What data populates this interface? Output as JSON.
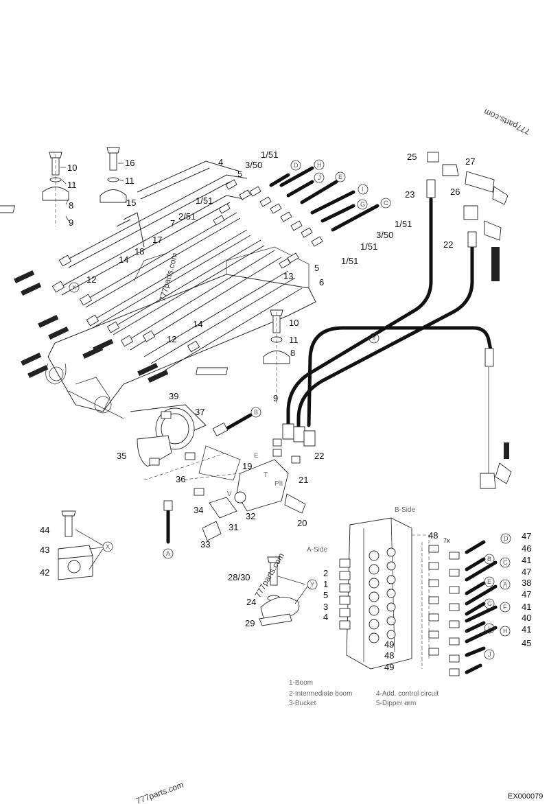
{
  "callouts": [
    {
      "id": "c10a",
      "text": "10"
    },
    {
      "id": "c11a",
      "text": "11"
    },
    {
      "id": "c8a",
      "text": "8"
    },
    {
      "id": "c9a",
      "text": "9"
    },
    {
      "id": "c16",
      "text": "16"
    },
    {
      "id": "c11b",
      "text": "11"
    },
    {
      "id": "c15",
      "text": "15"
    },
    {
      "id": "c4",
      "text": "4"
    },
    {
      "id": "c5a",
      "text": "5"
    },
    {
      "id": "c3_50a",
      "text": "3/50"
    },
    {
      "id": "c1_51a",
      "text": "1/51"
    },
    {
      "id": "c1_51b",
      "text": "1/51"
    },
    {
      "id": "c2_51",
      "text": "2/51"
    },
    {
      "id": "c7",
      "text": "7"
    },
    {
      "id": "c1_51c",
      "text": "1/51"
    },
    {
      "id": "c3_50b",
      "text": "3/50"
    },
    {
      "id": "c1_51d",
      "text": "1/51"
    },
    {
      "id": "c1_51e",
      "text": "1/51"
    },
    {
      "id": "c13",
      "text": "13"
    },
    {
      "id": "c5b",
      "text": "5"
    },
    {
      "id": "c6",
      "text": "6"
    },
    {
      "id": "c17",
      "text": "17"
    },
    {
      "id": "c18",
      "text": "18"
    },
    {
      "id": "c14a",
      "text": "14"
    },
    {
      "id": "c12a",
      "text": "12"
    },
    {
      "id": "c14b",
      "text": "14"
    },
    {
      "id": "c12b",
      "text": "12"
    },
    {
      "id": "c10b",
      "text": "10"
    },
    {
      "id": "c11c",
      "text": "11"
    },
    {
      "id": "c8b",
      "text": "8"
    },
    {
      "id": "c9b",
      "text": "9"
    },
    {
      "id": "c25",
      "text": "25"
    },
    {
      "id": "c27",
      "text": "27"
    },
    {
      "id": "c26",
      "text": "26"
    },
    {
      "id": "c23",
      "text": "23"
    },
    {
      "id": "c22a",
      "text": "22"
    },
    {
      "id": "c39",
      "text": "39"
    },
    {
      "id": "c37",
      "text": "37"
    },
    {
      "id": "c35",
      "text": "35"
    },
    {
      "id": "c36",
      "text": "36"
    },
    {
      "id": "c19",
      "text": "19"
    },
    {
      "id": "c22b",
      "text": "22"
    },
    {
      "id": "c21",
      "text": "21"
    },
    {
      "id": "c34",
      "text": "34"
    },
    {
      "id": "c32",
      "text": "32"
    },
    {
      "id": "c31",
      "text": "31"
    },
    {
      "id": "c33",
      "text": "33"
    },
    {
      "id": "c20",
      "text": "20"
    },
    {
      "id": "c44",
      "text": "44"
    },
    {
      "id": "c43",
      "text": "43"
    },
    {
      "id": "c42",
      "text": "42"
    },
    {
      "id": "c28_30",
      "text": "28/30"
    },
    {
      "id": "c24",
      "text": "24"
    },
    {
      "id": "c29",
      "text": "29"
    },
    {
      "id": "c2",
      "text": "2"
    },
    {
      "id": "c1",
      "text": "1"
    },
    {
      "id": "c5c",
      "text": "5"
    },
    {
      "id": "c3",
      "text": "3"
    },
    {
      "id": "c4b",
      "text": "4"
    },
    {
      "id": "c48a",
      "text": "48"
    },
    {
      "id": "c7x",
      "text": "7x"
    },
    {
      "id": "c49a",
      "text": "49"
    },
    {
      "id": "c48b",
      "text": "48"
    },
    {
      "id": "c49b",
      "text": "49"
    },
    {
      "id": "c47a",
      "text": "47"
    },
    {
      "id": "c46",
      "text": "46"
    },
    {
      "id": "c41a",
      "text": "41"
    },
    {
      "id": "c47b",
      "text": "47"
    },
    {
      "id": "c38",
      "text": "38"
    },
    {
      "id": "c47c",
      "text": "47"
    },
    {
      "id": "c41b",
      "text": "41"
    },
    {
      "id": "c40",
      "text": "40"
    },
    {
      "id": "c41c",
      "text": "41"
    },
    {
      "id": "c45",
      "text": "45"
    }
  ],
  "ring_letters": [
    {
      "id": "rD1",
      "text": "D"
    },
    {
      "id": "rH1",
      "text": "H"
    },
    {
      "id": "rJ1",
      "text": "J"
    },
    {
      "id": "rE1",
      "text": "E"
    },
    {
      "id": "rI1",
      "text": "I"
    },
    {
      "id": "rG1",
      "text": "G"
    },
    {
      "id": "rC1",
      "text": "C"
    },
    {
      "id": "rX1",
      "text": "X"
    },
    {
      "id": "rY1",
      "text": "Y"
    },
    {
      "id": "rB1",
      "text": "B"
    },
    {
      "id": "rA1",
      "text": "A"
    },
    {
      "id": "rX2",
      "text": "X"
    },
    {
      "id": "rY2",
      "text": "Y"
    },
    {
      "id": "rD2",
      "text": "D"
    },
    {
      "id": "rB2",
      "text": "B"
    },
    {
      "id": "rC2",
      "text": "C"
    },
    {
      "id": "rE2",
      "text": "E"
    },
    {
      "id": "rA2",
      "text": "A"
    },
    {
      "id": "rG2",
      "text": "G"
    },
    {
      "id": "rF2",
      "text": "F"
    },
    {
      "id": "rI2",
      "text": "I"
    },
    {
      "id": "rH2",
      "text": "H"
    },
    {
      "id": "rJ2",
      "text": "J"
    }
  ],
  "port_labels": {
    "e": "E",
    "t": "T",
    "pii": "PII",
    "v": "V"
  },
  "side_labels": {
    "a_side": "A-Side",
    "b_side": "B-Side"
  },
  "legend": {
    "boom": "1-Boom",
    "intermediate": "2-Intermediate boom",
    "bucket": "3-Bucket",
    "add_circuit": "4-Add. control circuit",
    "dipper": "5-Dipper arm"
  },
  "watermarks": [
    "777parts.com",
    "777parts.com",
    "777parts.com",
    "777parts.com"
  ],
  "drawing_code": "EX000079"
}
